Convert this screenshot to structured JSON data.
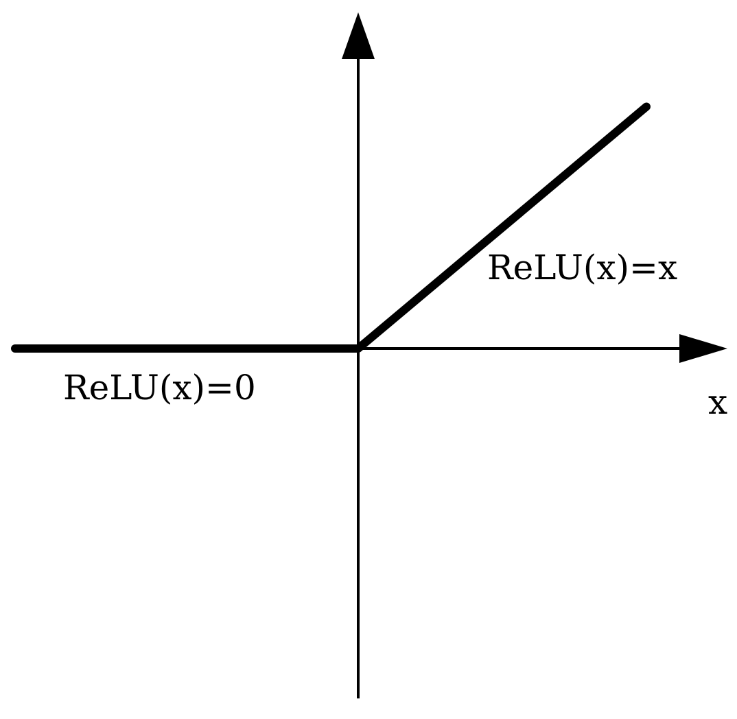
{
  "chart_data": {
    "type": "line",
    "title": "",
    "xlabel": "x",
    "ylabel": "",
    "xlim": [
      -1,
      1
    ],
    "ylim": [
      -1,
      1
    ],
    "grid": false,
    "series": [
      {
        "name": "",
        "x": [
          -1,
          0,
          0.84
        ],
        "y": [
          0,
          0,
          0.705
        ]
      }
    ],
    "annotations": [
      {
        "text": "ReLU(x)=x"
      },
      {
        "text": "ReLU(x)=0"
      }
    ],
    "colors": {
      "line": "#000000",
      "axes": "#000000"
    }
  }
}
